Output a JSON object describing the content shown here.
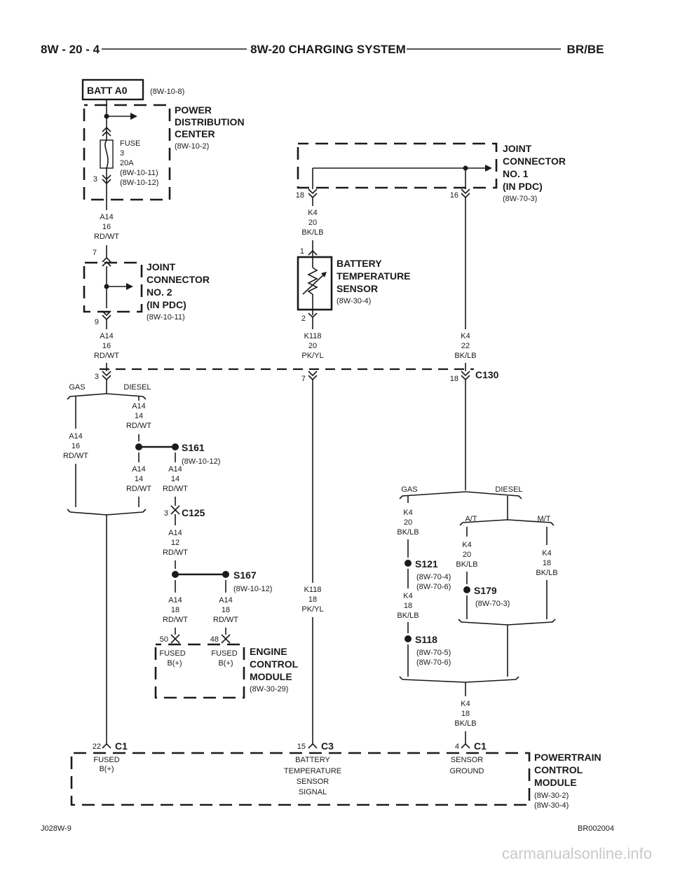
{
  "header": {
    "left": "8W - 20 - 4",
    "center": "8W-20 CHARGING SYSTEM",
    "right": "BR/BE"
  },
  "batt": {
    "label": "BATT A0",
    "ref": "(8W-10-8)"
  },
  "pdc": {
    "name": [
      "POWER",
      "DISTRIBUTION",
      "CENTER"
    ],
    "ref": "(8W-10-2)",
    "fuse": [
      "FUSE",
      "3",
      "20A",
      "(8W-10-11)",
      "(8W-10-12)"
    ],
    "pin": "3"
  },
  "jc1": {
    "name": [
      "JOINT",
      "CONNECTOR",
      "NO. 1",
      "(IN PDC)"
    ],
    "ref": "(8W-70-3)",
    "pin_left": "18",
    "pin_right": "16"
  },
  "jc2": {
    "name": [
      "JOINT",
      "CONNECTOR",
      "NO. 2",
      "(IN PDC)"
    ],
    "ref": "(8W-10-11)",
    "pin_top": "7",
    "pin_bottom": "9"
  },
  "bts": {
    "name": [
      "BATTERY",
      "TEMPERATURE",
      "SENSOR"
    ],
    "ref": "(8W-30-4)",
    "pin_top": "1",
    "pin_bottom": "2"
  },
  "wires": {
    "a14_pdc": [
      "A14",
      "16",
      "RD/WT"
    ],
    "a14_jc2": [
      "A14",
      "16",
      "RD/WT"
    ],
    "k4_top": [
      "K4",
      "20",
      "BK/LB"
    ],
    "k118_top": [
      "K118",
      "20",
      "PK/YL"
    ],
    "k4_22": [
      "K4",
      "22",
      "BK/LB"
    ],
    "a14_gas": [
      "A14",
      "16",
      "RD/WT"
    ],
    "a14_diesel": [
      "A14",
      "14",
      "RD/WT"
    ],
    "a14_s161_l": [
      "A14",
      "14",
      "RD/WT"
    ],
    "a14_s161_r": [
      "A14",
      "14",
      "RD/WT"
    ],
    "a14_12": [
      "A14",
      "12",
      "RD/WT"
    ],
    "a14_s167_l": [
      "A14",
      "18",
      "RD/WT"
    ],
    "a14_s167_r": [
      "A14",
      "18",
      "RD/WT"
    ],
    "k118_18": [
      "K118",
      "18",
      "PK/YL"
    ],
    "k4_gas": [
      "K4",
      "20",
      "BK/LB"
    ],
    "k4_at": [
      "K4",
      "20",
      "BK/LB"
    ],
    "k4_mt": [
      "K4",
      "18",
      "BK/LB"
    ],
    "k4_s121": [
      "K4",
      "18",
      "BK/LB"
    ],
    "k4_bottom": [
      "K4",
      "18",
      "BK/LB"
    ]
  },
  "c130": {
    "label": "C130",
    "pin_a14": "3",
    "pin_k118": "7",
    "pin_k4": "18"
  },
  "branch_labels": {
    "gas_left": "GAS",
    "diesel_left": "DIESEL",
    "gas_right": "GAS",
    "diesel_right": "DIESEL",
    "at": "A/T",
    "mt": "M/T"
  },
  "splices": {
    "s161": {
      "label": "S161",
      "ref": "(8W-10-12)"
    },
    "s167": {
      "label": "S167",
      "ref": "(8W-10-12)"
    },
    "s121": {
      "label": "S121",
      "refs": [
        "(8W-70-4)",
        "(8W-70-6)"
      ]
    },
    "s179": {
      "label": "S179",
      "ref": "(8W-70-3)"
    },
    "s118": {
      "label": "S118",
      "refs": [
        "(8W-70-5)",
        "(8W-70-6)"
      ]
    }
  },
  "c125": {
    "label": "C125",
    "pin": "3"
  },
  "ecm": {
    "name": [
      "ENGINE",
      "CONTROL",
      "MODULE"
    ],
    "ref": "(8W-30-29)",
    "pin_left": "50",
    "pin_right": "48",
    "fused_left": [
      "FUSED",
      "B(+)"
    ],
    "fused_right": [
      "FUSED",
      "B(+)"
    ]
  },
  "pcm": {
    "name": [
      "POWERTRAIN",
      "CONTROL",
      "MODULE"
    ],
    "refs": [
      "(8W-30-2)",
      "(8W-30-4)"
    ],
    "c1_left": {
      "label": "C1",
      "pin": "22",
      "func": [
        "FUSED",
        "B(+)"
      ]
    },
    "c3": {
      "label": "C3",
      "pin": "15",
      "func": [
        "BATTERY",
        "TEMPERATURE",
        "SENSOR",
        "SIGNAL"
      ]
    },
    "c1_right": {
      "label": "C1",
      "pin": "4",
      "func": [
        "SENSOR",
        "GROUND"
      ]
    }
  },
  "footer": {
    "left": "J028W-9",
    "right": "BR002004"
  },
  "watermark": "carmanualsonline.info"
}
